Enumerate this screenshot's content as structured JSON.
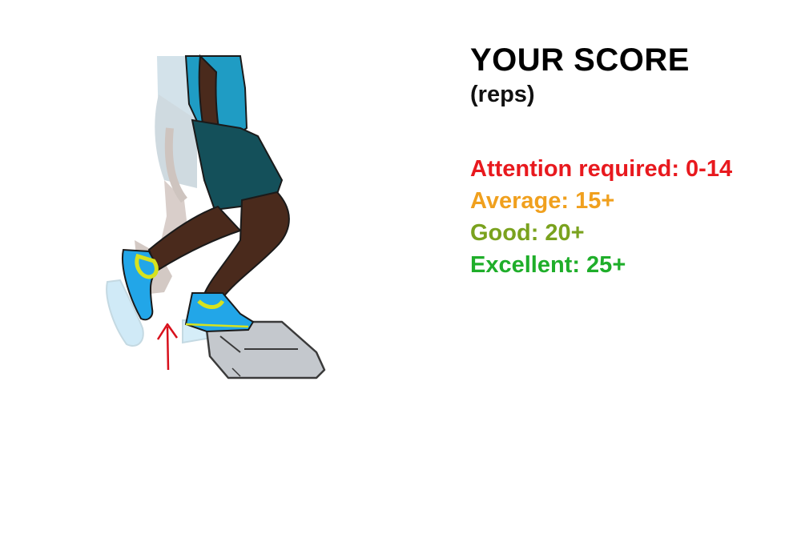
{
  "score": {
    "title": "YOUR SCORE",
    "unit": "(reps)",
    "ranges": [
      {
        "label": "Attention required: 0-14",
        "color": "#e8191e"
      },
      {
        "label": "Average: 15+",
        "color": "#f0a01e"
      },
      {
        "label": "Good: 20+",
        "color": "#7aa21e"
      },
      {
        "label": "Excellent: 25+",
        "color": "#1fae2a"
      }
    ]
  },
  "illustration": {
    "icons": [
      "person-stepping-illustration",
      "step-platform",
      "up-arrow-icon"
    ],
    "colors": {
      "skin": "#4a2a1c",
      "shirt": "#1f9cc4",
      "shorts": "#14505a",
      "shoe": "#22a6e8",
      "shoe_accent": "#d6e21e",
      "platform": "#c3c7cc",
      "arrow": "#d8101c"
    }
  }
}
